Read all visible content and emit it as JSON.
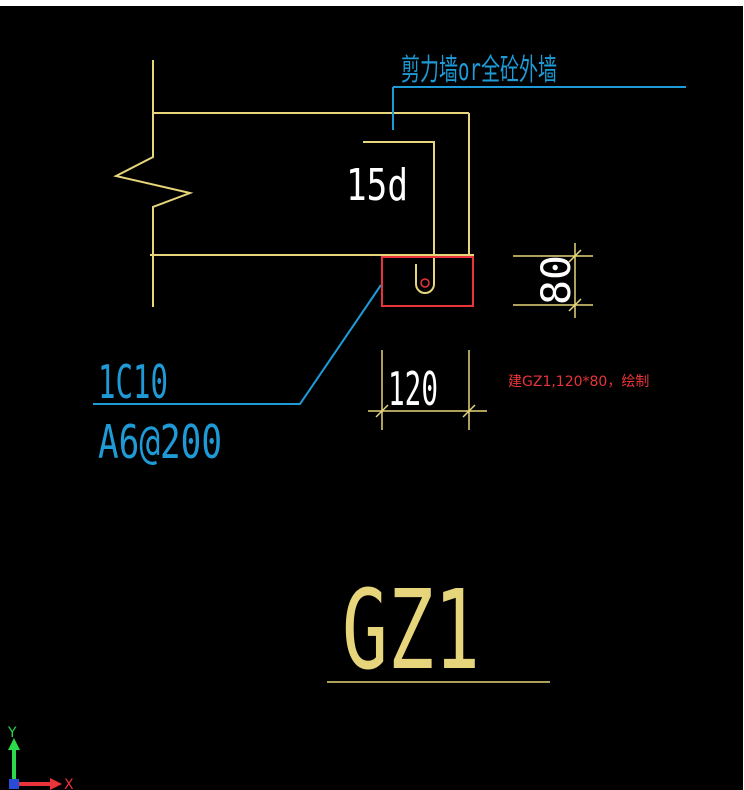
{
  "colors": {
    "background": "#000000",
    "frame": "#ffffff",
    "wall": "#e6d57a",
    "leader": "#1e9bd7",
    "dimension": "#e6d57a",
    "highlight": "#e8343a",
    "text_white": "#ffffff",
    "axis_y": "#2bd94a",
    "axis_x": "#e8343a",
    "origin": "#2a4bd8"
  },
  "labels": {
    "wall_note": "剪力墙or全砼外墙",
    "anchor_length": "15d",
    "rebar_main": "1C10",
    "rebar_stirrup": "A6@200",
    "dim_vertical": "80",
    "dim_horizontal": "120",
    "instruction": "建GZ1,120*80，绘制",
    "column_name": "GZ1"
  },
  "axes": {
    "y_label": "Y",
    "x_label": "X",
    "icon": "ucs-axis-icon"
  }
}
